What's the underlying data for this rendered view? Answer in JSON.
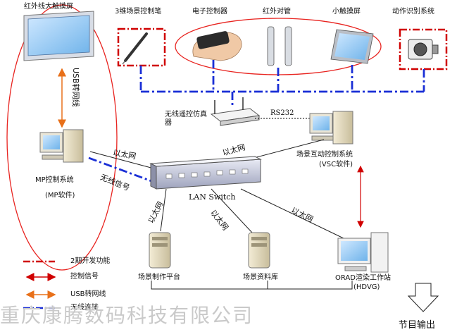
{
  "watermark": "重庆康腾数码科技有限公司",
  "devices": {
    "big_touchscreen": "红外线大触摸屏",
    "pen": "3维场景控制笔",
    "e_controller": "电子控制器",
    "ir_tube": "红外对管",
    "small_touch": "小触摸屏",
    "motion_recog": "动作识别系统",
    "wireless_emulator": "无线遥控仿真器",
    "rs232": "RS232",
    "vsc_line1": "场景互动控制系统",
    "vsc_line2": "(VSC软件)",
    "mp_line1": "MP控制系统",
    "mp_line2": "(MP软件)",
    "lan_switch": "LAN Switch",
    "scene_make": "场景制作平台",
    "scene_db": "场景资料库",
    "orad_line1": "ORAD渲染工作站",
    "orad_line2": "(HDVG)",
    "program_output": "节目输出"
  },
  "links": {
    "usb_cable": "USB转网线",
    "ethernet": "以太网",
    "wireless_signal": "无线信号"
  },
  "legend": [
    {
      "label": "2期开发功能",
      "color": "#d00000",
      "style": "dash-dot"
    },
    {
      "label": "控制信号",
      "color": "#d00000",
      "style": "double-arrow"
    },
    {
      "label": "USB转网线",
      "color": "#e8701a",
      "style": "double-arrow"
    },
    {
      "label": "无线连接",
      "color": "#1a2fd6",
      "style": "dash-dot"
    }
  ]
}
